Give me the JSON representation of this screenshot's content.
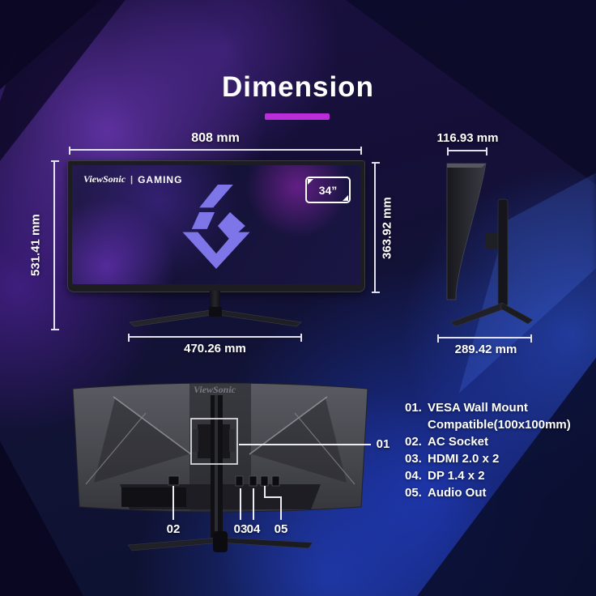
{
  "title": "Dimension",
  "colors": {
    "accent": "#bb2dd8"
  },
  "front": {
    "width": "808 mm",
    "total_height": "531.41 mm",
    "panel_height": "363.92 mm",
    "base_width": "470.26 mm",
    "brand": "ViewSonic",
    "brand_divider": "|",
    "brand_sub": "GAMING",
    "size_badge": "34”"
  },
  "side": {
    "depth": "116.93 mm",
    "base_depth": "289.42 mm"
  },
  "back": {
    "brand": "ViewSonic",
    "callouts": [
      "01",
      "02",
      "03",
      "04",
      "05"
    ]
  },
  "legend": [
    {
      "num": "01.",
      "label": "VESA Wall Mount Compatible(100x100mm)"
    },
    {
      "num": "02.",
      "label": "AC Socket"
    },
    {
      "num": "03.",
      "label": "HDMI 2.0 x 2"
    },
    {
      "num": "04.",
      "label": "DP 1.4 x 2"
    },
    {
      "num": "05.",
      "label": "Audio Out"
    }
  ]
}
